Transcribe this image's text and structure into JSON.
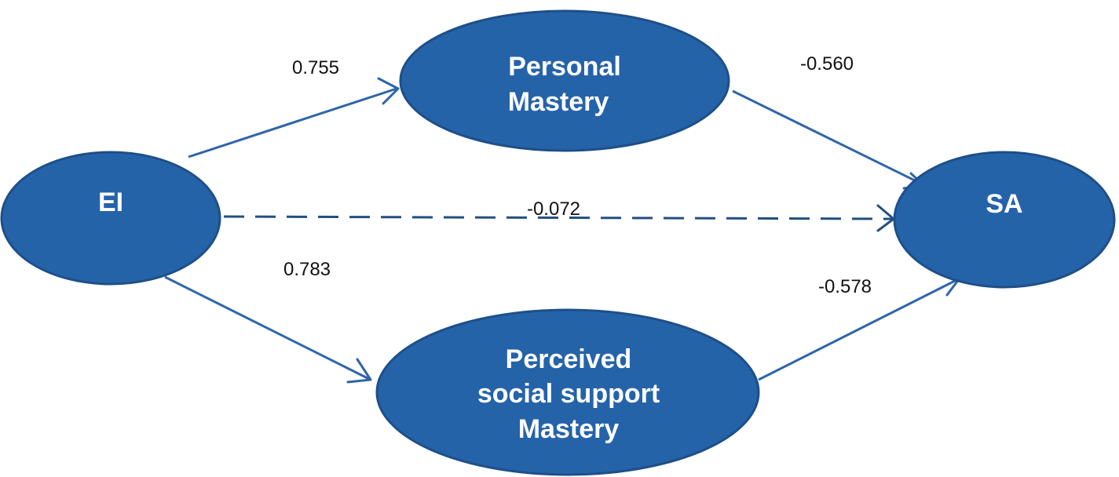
{
  "nodes": {
    "ei": {
      "lines": [
        "EI"
      ]
    },
    "personal_mastery": {
      "lines": [
        "Personal",
        "Mastery"
      ]
    },
    "perceived_social_support": {
      "lines": [
        "Perceived",
        "social support",
        "Mastery"
      ]
    },
    "sa": {
      "lines": [
        "SA"
      ]
    }
  },
  "edges": {
    "ei_to_personal_mastery": {
      "label": "0.755",
      "style": "solid"
    },
    "ei_to_perceived_social_support": {
      "label": "0.783",
      "style": "solid"
    },
    "personal_mastery_to_sa": {
      "label": "-0.560",
      "style": "solid"
    },
    "perceived_social_support_to_sa": {
      "label": "-0.578",
      "style": "solid"
    },
    "ei_to_sa": {
      "label": "-0.072",
      "style": "dashed"
    }
  },
  "colors": {
    "node_fill": "#2563A9",
    "edge": "#2E65A8",
    "dashed_edge": "#234F80",
    "node_text": "#FFFFFF",
    "label_text": "#111111"
  }
}
